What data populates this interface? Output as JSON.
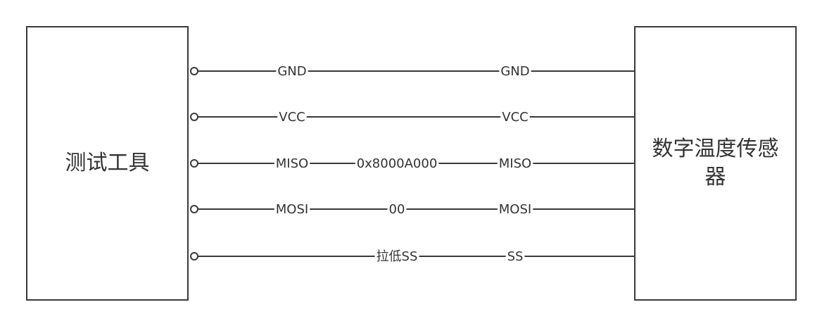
{
  "left_device": {
    "label": "测试工具"
  },
  "right_device": {
    "label": "数字温度传感器"
  },
  "connections": [
    {
      "left_label": "GND",
      "middle_label": "",
      "right_label": "GND"
    },
    {
      "left_label": "VCC",
      "middle_label": "",
      "right_label": "VCC"
    },
    {
      "left_label": "MISO",
      "middle_label": "0x8000A000",
      "right_label": "MISO"
    },
    {
      "left_label": "MOSI",
      "middle_label": "00",
      "right_label": "MOSI"
    },
    {
      "left_label": "",
      "middle_label": "拉低SS",
      "right_label": "SS"
    }
  ]
}
